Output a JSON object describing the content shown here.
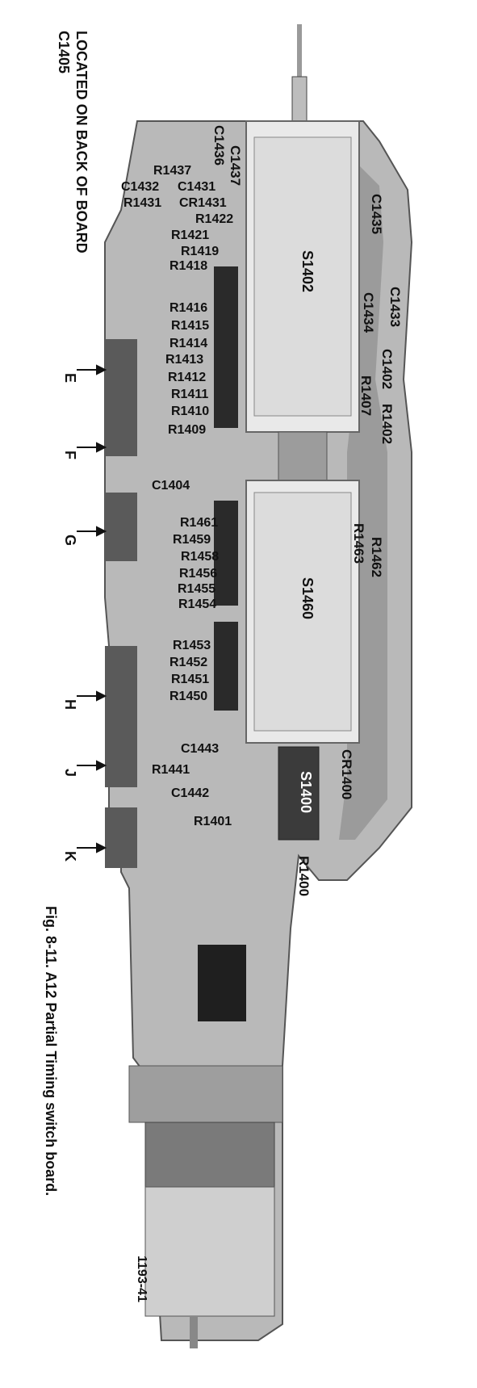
{
  "header_note": {
    "line1": "LOCATED ON BACK OF BOARD",
    "line2": "C1405"
  },
  "caption": "Fig. 8-11.  A12 Partial Timing switch board.",
  "figure_id": "1193-41",
  "switch_labels": {
    "s1402": "S1402",
    "s1460": "S1460",
    "s1400": "S1400"
  },
  "edge_connectors": {
    "e": "E",
    "f": "F",
    "g": "G",
    "h": "H",
    "j": "J",
    "k": "K"
  },
  "components_left_upper": {
    "c1437": "C1437",
    "c1436": "C1436",
    "r1437": "R1437",
    "c1432": "C1432",
    "c1431": "C1431",
    "r1431": "R1431",
    "cr1431": "CR1431",
    "r1422": "R1422",
    "r1421": "R1421",
    "r1419": "R1419",
    "r1418": "R1418",
    "r1416": "R1416",
    "r1415": "R1415",
    "r1414": "R1414",
    "r1413": "R1413",
    "r1412": "R1412",
    "r1411": "R1411",
    "r1410": "R1410",
    "r1409": "R1409",
    "c1404": "C1404"
  },
  "components_left_lower": {
    "r1461": "R1461",
    "r1459": "R1459",
    "r1458": "R1458",
    "r1456": "R1456",
    "r1455": "R1455",
    "r1454": "R1454",
    "r1453": "R1453",
    "r1452": "R1452",
    "r1451": "R1451",
    "r1450": "R1450",
    "c1443": "C1443",
    "r1441": "R1441",
    "c1442": "C1442",
    "r1401": "R1401"
  },
  "components_right": {
    "c1435": "C1435",
    "c1433": "C1433",
    "c1434": "C1434",
    "c1402": "C1402",
    "r1402": "R1402",
    "r1407": "R1407",
    "r1462": "R1462",
    "r1463": "R1463",
    "cr1400": "CR1400",
    "r1400": "R1400"
  }
}
